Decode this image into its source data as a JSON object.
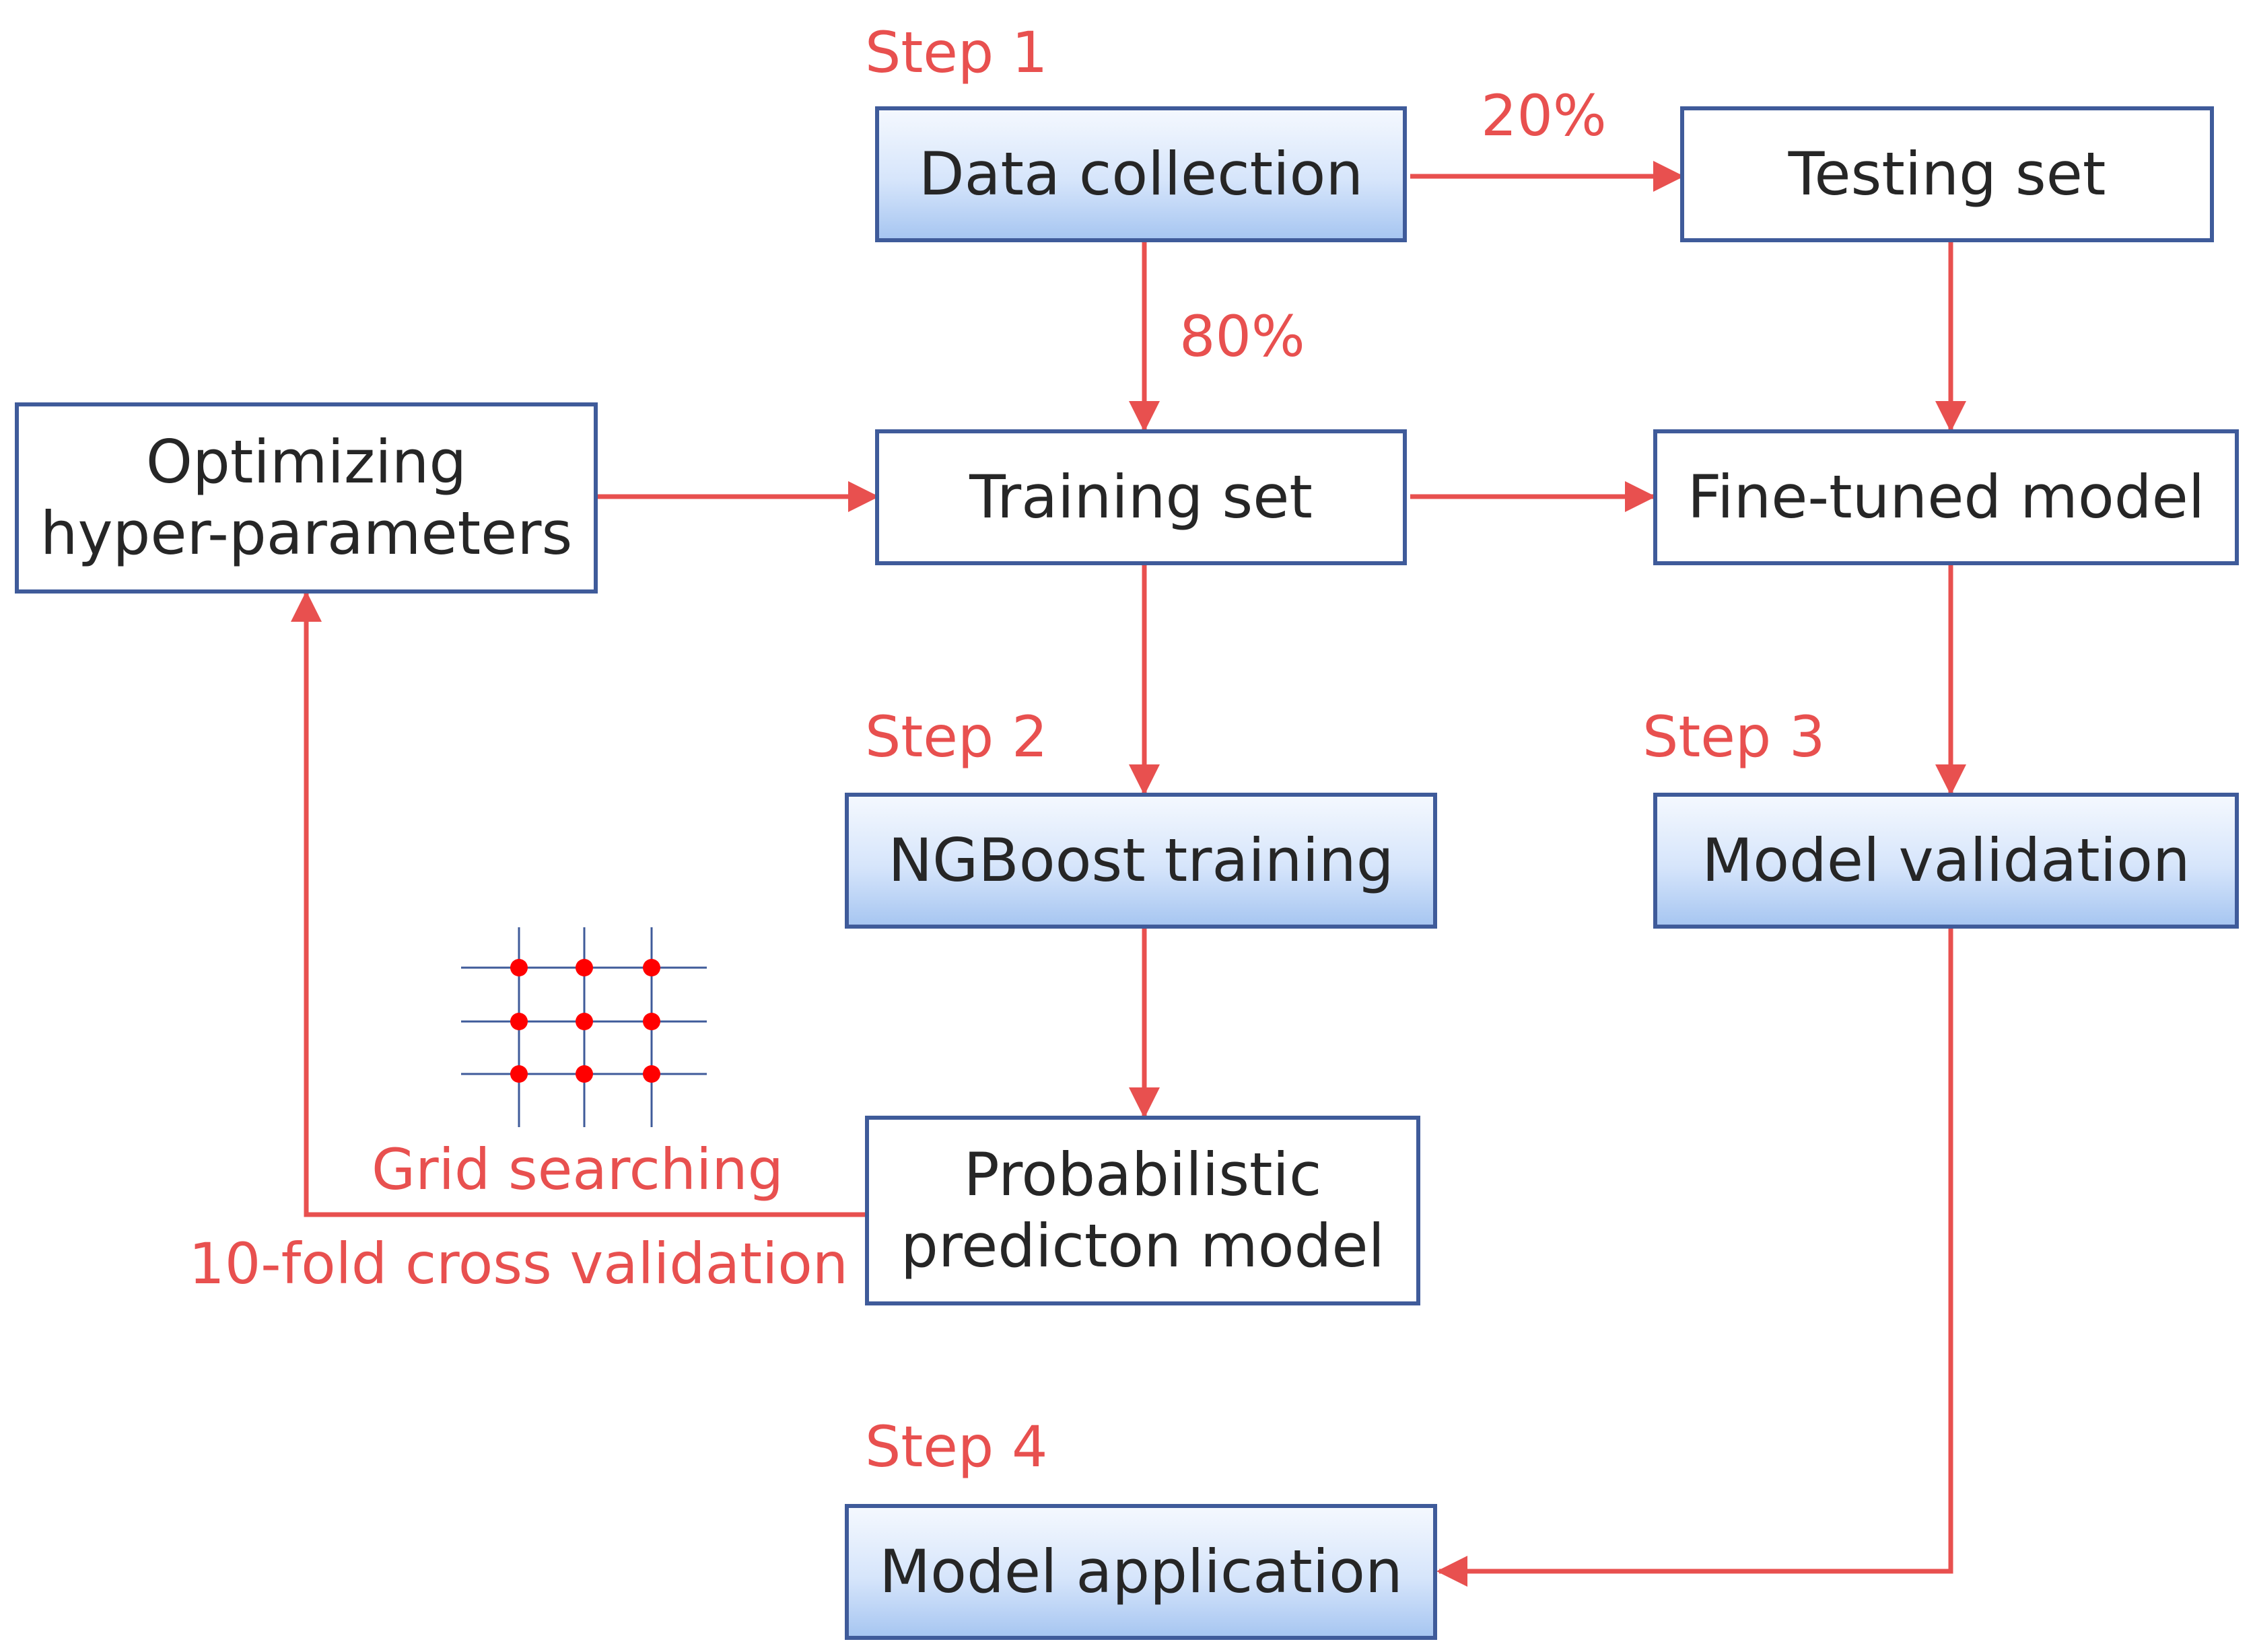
{
  "steps": {
    "step1": "Step 1",
    "step2": "Step 2",
    "step3": "Step 3",
    "step4": "Step 4"
  },
  "nodes": {
    "data_collection": "Data collection",
    "testing_set": "Testing set",
    "training_set": "Training set",
    "fine_tuned_model": "Fine-tuned model",
    "optimizing": "Optimizing\nhyper-parameters",
    "ngboost_training": "NGBoost training",
    "model_validation": "Model validation",
    "probabilistic_model": "Probabilistic\npredicton model",
    "model_application": "Model application"
  },
  "edge_labels": {
    "test_split": "20%",
    "train_split": "80%",
    "grid_searching": "Grid searching",
    "cross_validation": "10-fold cross validation"
  },
  "colors": {
    "arrow": "#e8504f",
    "label": "#e8504f",
    "box_border": "#3f5b9a",
    "grid_line": "#3f5b9a",
    "grid_dot": "#ff0000",
    "box_gradient_top": "#f4f8fe",
    "box_gradient_bottom": "#a7c6f1"
  }
}
